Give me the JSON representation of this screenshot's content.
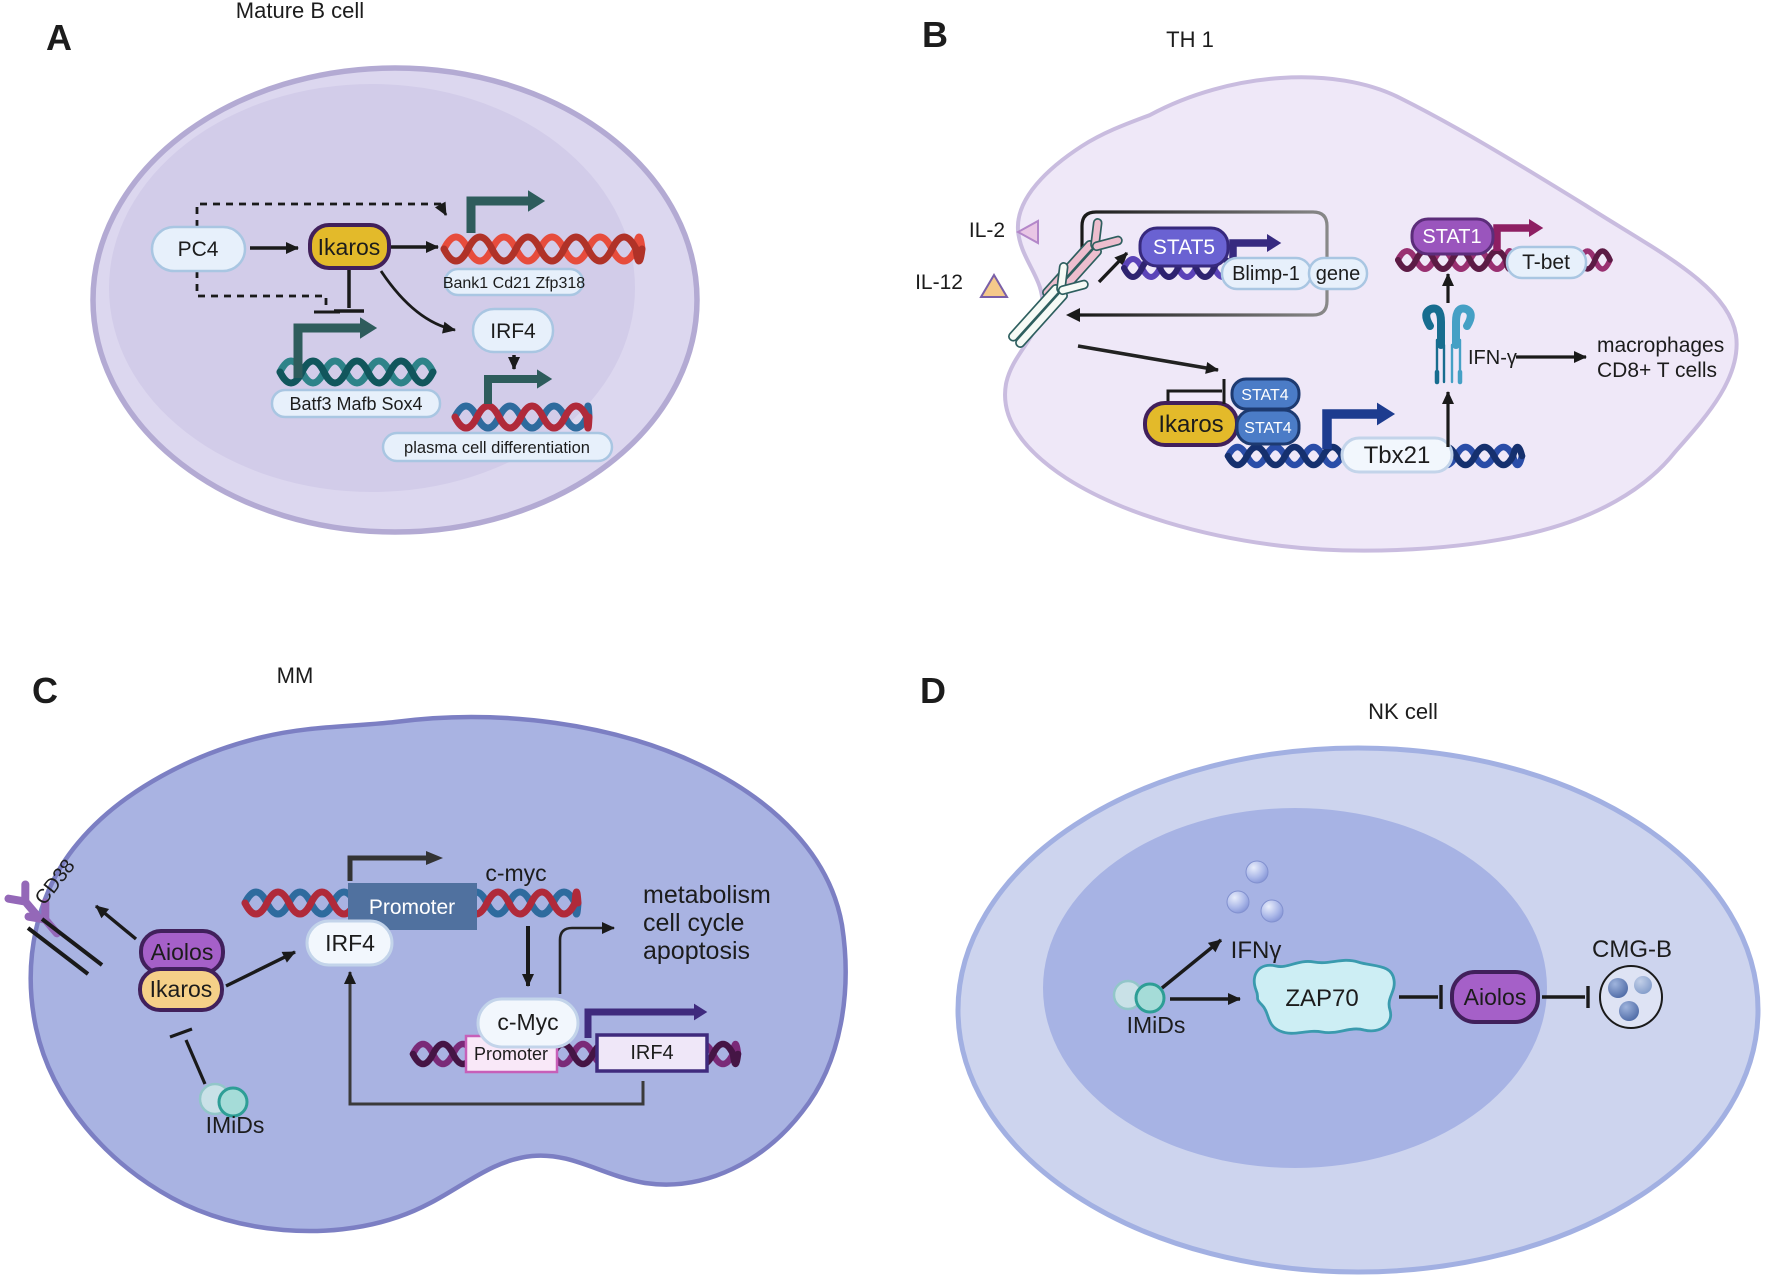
{
  "a": {
    "letter": "A",
    "title": "Mature B cell",
    "pc4": "PC4",
    "ikaros": "Ikaros",
    "irf4": "IRF4",
    "bank1": "Bank1 Cd21 Zfp318",
    "batf3": "Batf3 Mafb Sox4",
    "plasma": "plasma cell differentiation"
  },
  "b": {
    "letter": "B",
    "title": "TH 1",
    "il2": "IL-2",
    "il12": "IL-12",
    "stat5": "STAT5",
    "blimp1": "Blimp-1",
    "gene": "gene",
    "stat1": "STAT1",
    "tbet": "T-bet",
    "ikaros": "Ikaros",
    "stat4": "STAT4",
    "tbx21": "Tbx21",
    "ifng": "IFN-γ",
    "macrophages": "macrophages",
    "cd8": "CD8+ T cells"
  },
  "c": {
    "letter": "C",
    "title": "MM",
    "cd38": "CD38",
    "aiolos": "Aiolos",
    "ikaros": "Ikaros",
    "irf4": "IRF4",
    "promoter_top": "Promoter",
    "cmyc_gene": "c-myc",
    "cmyc": "c-Myc",
    "promoter_bottom": "Promoter",
    "irf4_gene": "IRF4",
    "imids": "IMiDs",
    "effect1": "metabolism",
    "effect2": "cell cycle",
    "effect3": "apoptosis"
  },
  "d": {
    "letter": "D",
    "title": "NK cell",
    "imids": "IMiDs",
    "ifng": "IFNγ",
    "zap70": "ZAP70",
    "aiolos": "Aiolos",
    "cmgb": "CMG-B"
  },
  "colors": {
    "ink": "#1a1a1a",
    "gold": "#e3ba2a",
    "gold-light": "#f5d088",
    "purple-node": "#a560c8",
    "node-border": "#41205b",
    "stat5-fill": "#6a62d2",
    "stat5-border": "#37297d",
    "stat1-fill": "#9a55bd",
    "stat1-border": "#5c2d7a",
    "stat4-fill": "#4b7cc7",
    "stat4-border": "#1d3a70",
    "light-box": "#e7f0fb",
    "light-box-border": "#a9c6e2",
    "white-box": "#f2f7fd",
    "white-box-border": "#c3d4ea",
    "teal-arrow": "#2e5c5c",
    "indigo-arrow": "#372a80",
    "magenta-arrow": "#8e1f63",
    "navy-arrow": "#1d3c8f",
    "violet-arrow": "#3f2a7d",
    "slate-promoter": "#50719f",
    "pink-promoter": "#f9e8f8",
    "pink-promoter-border": "#c75fb8",
    "irf4-gene-fill": "#efe7f8",
    "cell-a-fill": "#dcd7ef",
    "cell-a-border": "#b3aad3",
    "cell-a-nucleus": "#d2cce9",
    "cell-b-fill": "#efe8f8",
    "cell-b-border": "#c9bcdf",
    "cell-c-fill": "#a9b3e2",
    "cell-c-border": "#7c7fc3",
    "cell-d-fill": "#cdd4ee",
    "cell-d-border": "#a2b0e2",
    "cell-d-nucleus": "#a7b3e4",
    "imids-teal": "#a5dcd8",
    "imids-teal-border": "#2e9e96",
    "imids-light": "#cfeae8",
    "imids-light-border": "#8fcac5",
    "zap-fill": "#cdeef4",
    "zap-border": "#3a9aae",
    "antibody-purple": "#9468b8",
    "cd38-text": "#4a3c66",
    "il2-tri": "#e9c6e5",
    "il2-tri-border": "#b387c9",
    "il12-tri": "#f5c98a",
    "il12-tri-border": "#7a5fa8",
    "receptor-pink": "#edbece",
    "receptor-white": "#f6faf6",
    "receptor-line": "#2e5f5f",
    "ifngr-dark": "#176d8f",
    "ifngr-light": "#45a0c5",
    "dna-red-1": "#e74c3c",
    "dna-red-2": "#b03228",
    "dna-teal-1": "#2e8389",
    "dna-teal-2": "#11565c",
    "dna-mix-1": "#2e6b9e",
    "dna-mix-2": "#b02a3a",
    "dna-indigo-1": "#5b43b8",
    "dna-indigo-2": "#2e2370",
    "dna-magenta-1": "#993071",
    "dna-magenta-2": "#5c1b45",
    "dna-navy-1": "#2a4da8",
    "dna-navy-2": "#15306e",
    "dna-purple-1": "#7a2a78",
    "dna-purple-2": "#451545"
  }
}
